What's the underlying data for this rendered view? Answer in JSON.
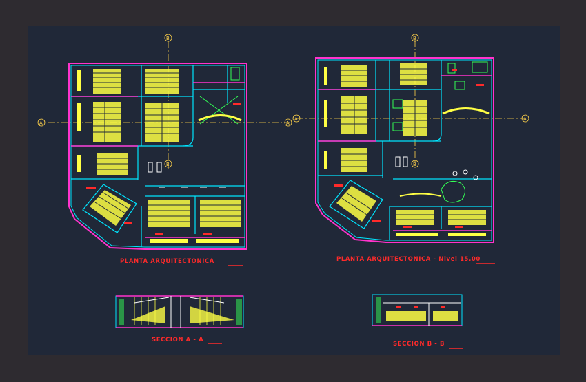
{
  "drawing": {
    "plan_left_title": "PLANTA ARQUITECTONICA",
    "plan_right_title": "PLANTA ARQUITECTONICA - Nivel 15.00",
    "section_a_title": "SECCION A - A",
    "section_b_title": "SECCION B - B",
    "axis_markers": [
      "A",
      "A",
      "B",
      "B",
      "A",
      "A",
      "B",
      "B"
    ]
  },
  "colors": {
    "canvas": "#2e2b30",
    "viewport": "#202838",
    "wall": "#ff33cc",
    "structure": "#00e5ff",
    "seating": "#ffff44",
    "label": "#ff2a2a",
    "axis": "#ffd24a",
    "green": "#33ff55",
    "white": "#ffffff"
  }
}
